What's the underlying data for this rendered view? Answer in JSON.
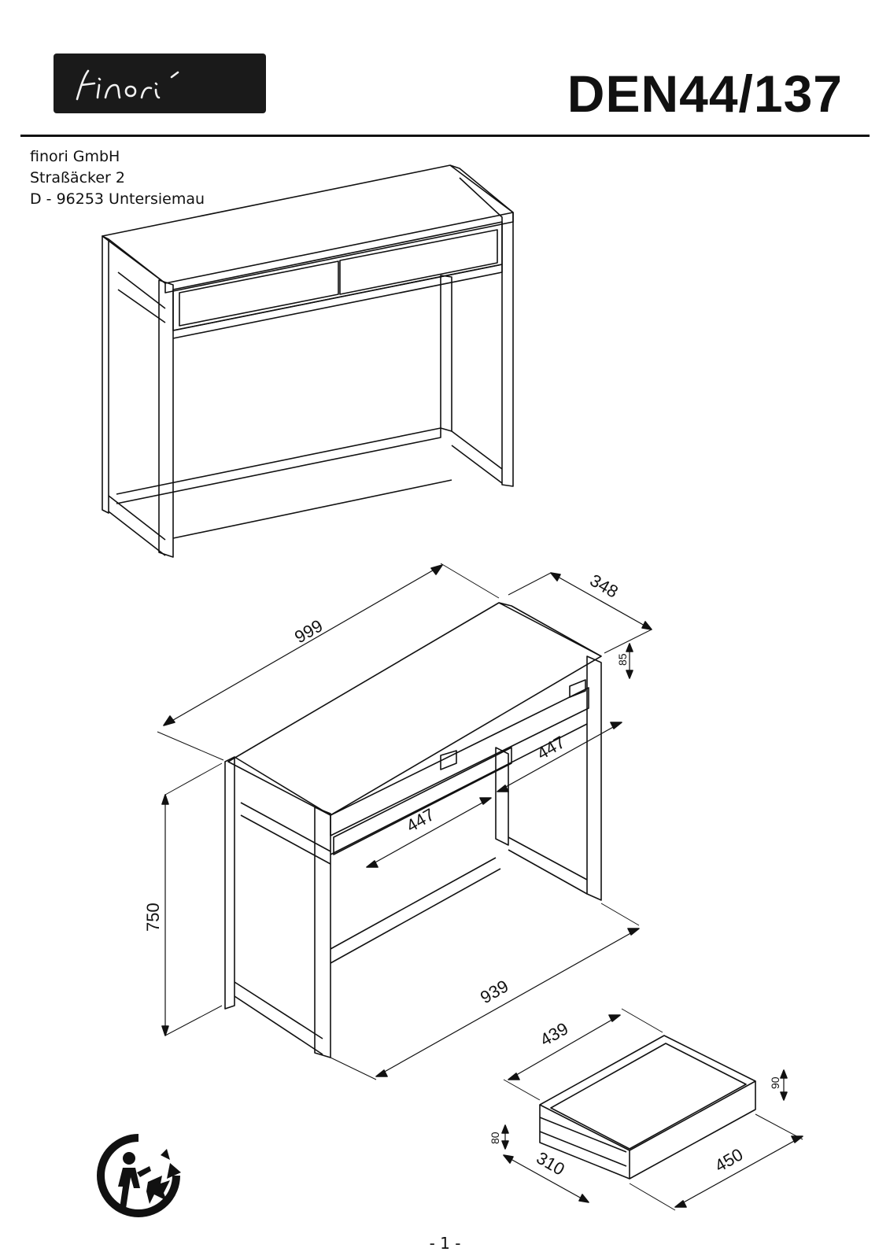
{
  "header": {
    "brand_logo_text": "finori",
    "model_number": "DEN44/137"
  },
  "address": {
    "company": "finori GmbH",
    "street": "Straßäcker 2",
    "city": "D - 96253 Untersiemau"
  },
  "dimensions": {
    "width": "999",
    "depth": "348",
    "apron_height": "85",
    "drawer_opening_right": "447",
    "drawer_opening_left": "447",
    "height": "750",
    "leg_span": "939",
    "drawer_width": "439",
    "drawer_depth": "450",
    "drawer_front_height": "90",
    "drawer_side_height": "80",
    "drawer_inner_depth": "310"
  },
  "footer": {
    "page": "- 1 -"
  },
  "icons": {
    "recycle": "recycling-triman-icon"
  }
}
